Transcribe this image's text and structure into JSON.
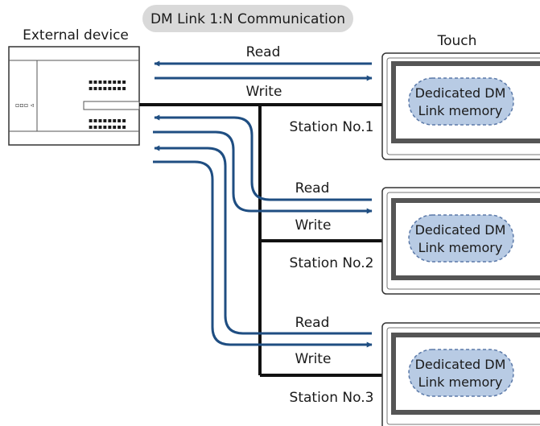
{
  "title": "DM Link 1:N Communication",
  "external_device_label": "External device",
  "touch_label": "Touch",
  "stations": [
    {
      "read_label": "Read",
      "write_label": "Write",
      "station_label": "Station No.1",
      "memory_line1": "Dedicated DM",
      "memory_line2": "Link memory"
    },
    {
      "read_label": "Read",
      "write_label": "Write",
      "station_label": "Station No.2",
      "memory_line1": "Dedicated DM",
      "memory_line2": "Link memory"
    },
    {
      "read_label": "Read",
      "write_label": "Write",
      "station_label": "Station No.3",
      "memory_line1": "Dedicated DM",
      "memory_line2": "Link memory"
    }
  ],
  "colors": {
    "arrow": "#1f4e82",
    "bus": "#111111",
    "memory_fill": "#b8cbe4",
    "memory_border": "#5b79a8",
    "title_pill": "#d9d9d9",
    "screen_inner_border": "#555555"
  }
}
